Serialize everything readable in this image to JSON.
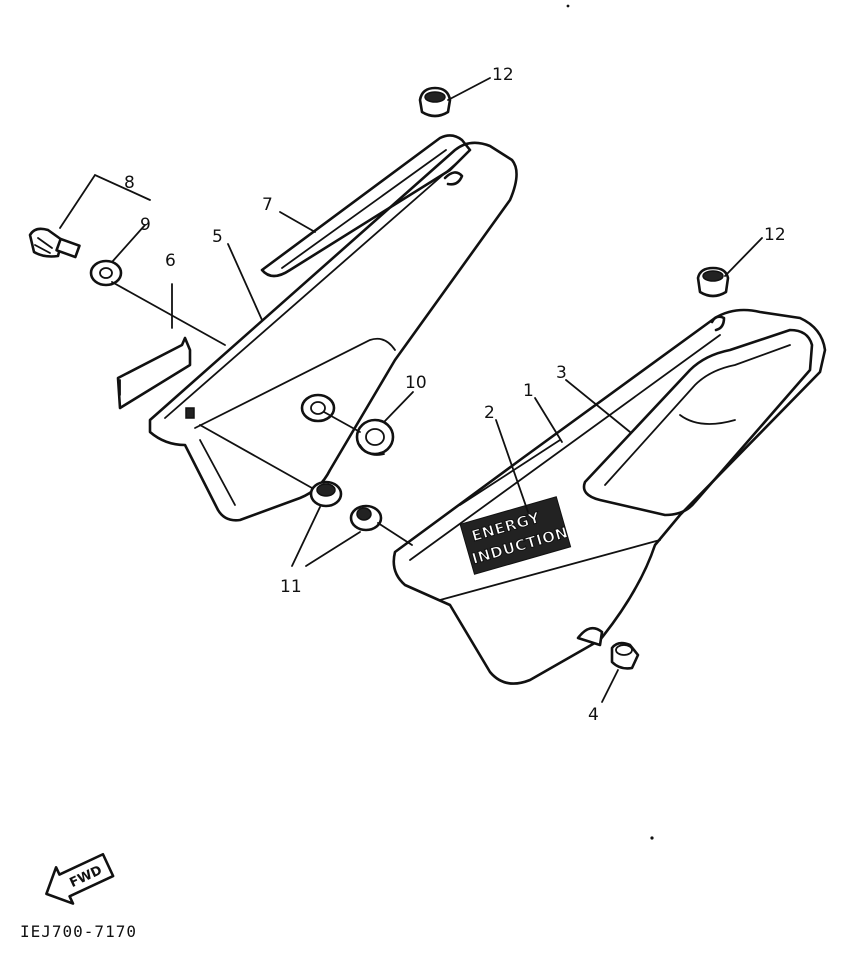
{
  "callouts": {
    "c1": "1",
    "c2": "2",
    "c3": "3",
    "c4": "4",
    "c5": "5",
    "c6": "6",
    "c7": "7",
    "c8": "8",
    "c9": "9",
    "c10": "10",
    "c11": "11",
    "c12a": "12",
    "c12b": "12"
  },
  "emblem": {
    "line1": "ENERGY",
    "line2": "INDUCTION"
  },
  "fwd_label": "FWD",
  "diagram_code": "IEJ700-7170"
}
